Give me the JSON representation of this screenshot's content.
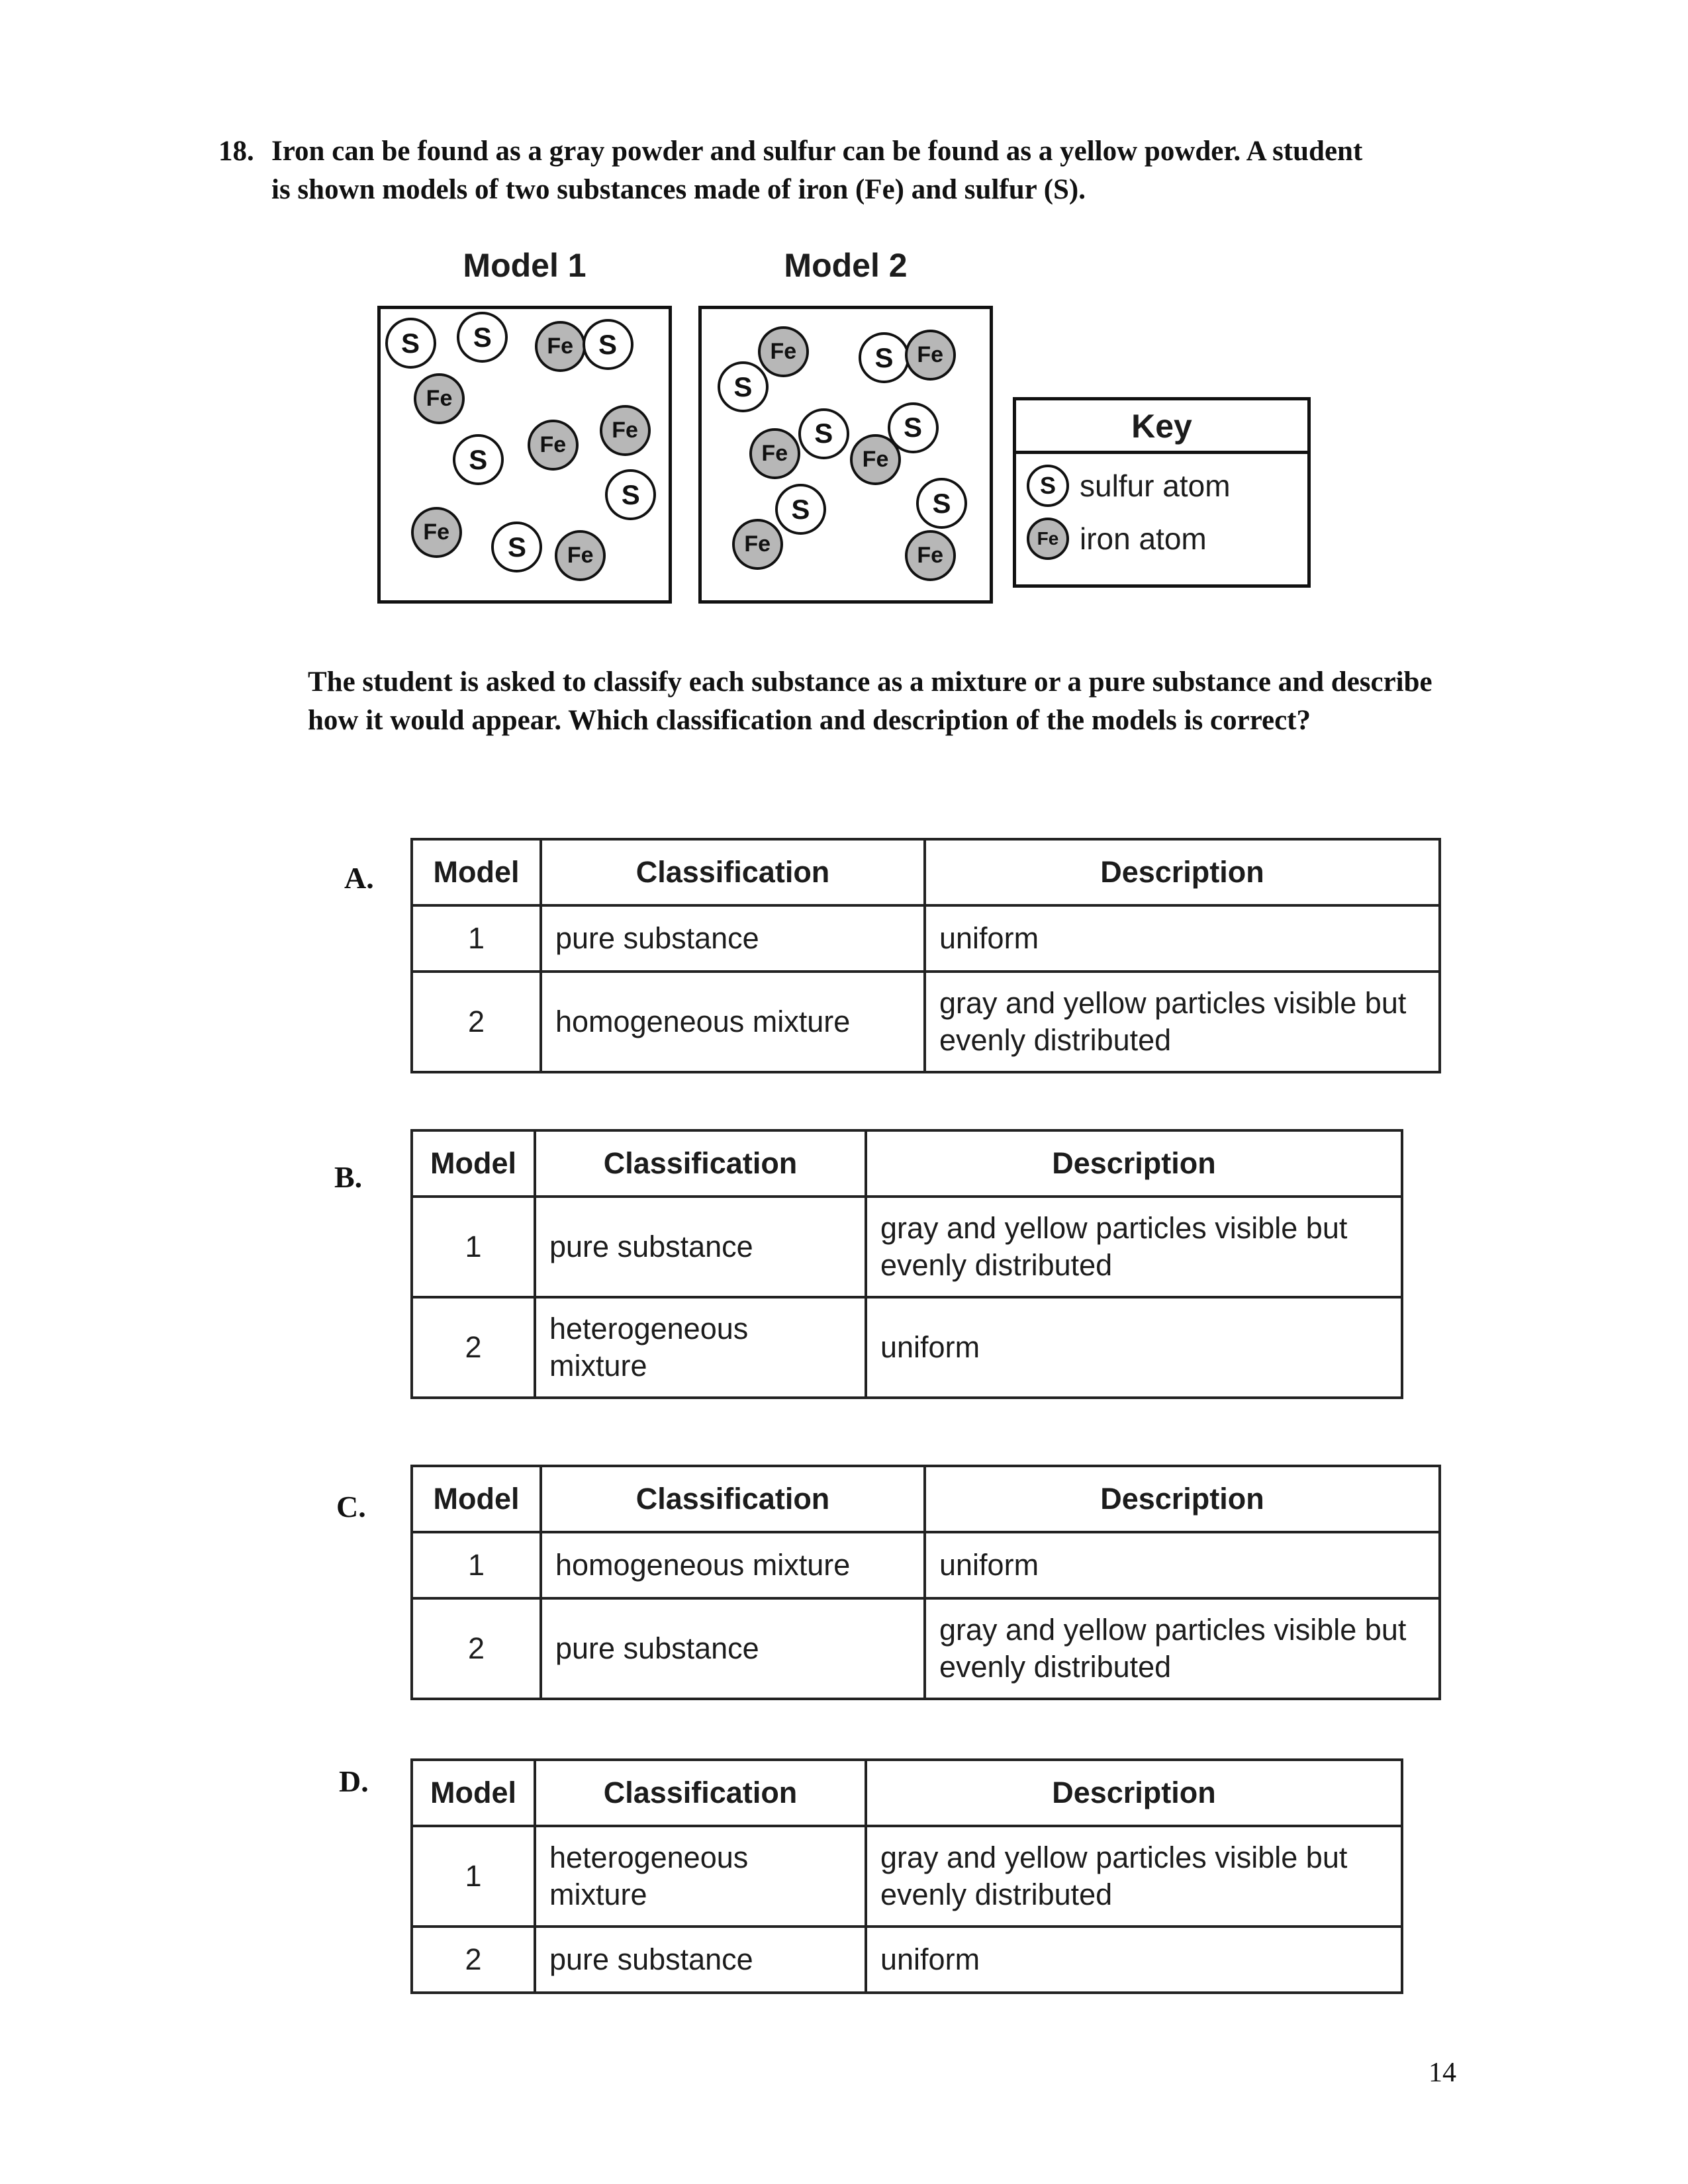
{
  "colors": {
    "iron_atom_fill": "#b7b7b7",
    "sulfur_atom_fill": "#ffffff",
    "line_color": "#111111"
  },
  "question": {
    "number": "18.",
    "text": "Iron can be found as a gray powder and sulfur can be found as a yellow powder. A student is shown models of two substances made of iron (Fe) and sulfur (S).",
    "prompt": "The student is asked to classify each substance as a mixture or a pure substance and describe how it would appear. Which classification and description of the models is correct?"
  },
  "figure": {
    "model1": {
      "title": "Model 1",
      "atoms": [
        {
          "symbol": "S",
          "type": "sulfur"
        },
        {
          "symbol": "S",
          "type": "sulfur"
        },
        {
          "symbol": "Fe",
          "type": "iron"
        },
        {
          "symbol": "S",
          "type": "sulfur"
        },
        {
          "symbol": "Fe",
          "type": "iron"
        },
        {
          "symbol": "Fe",
          "type": "iron"
        },
        {
          "symbol": "Fe",
          "type": "iron"
        },
        {
          "symbol": "S",
          "type": "sulfur"
        },
        {
          "symbol": "S",
          "type": "sulfur"
        },
        {
          "symbol": "Fe",
          "type": "iron"
        },
        {
          "symbol": "S",
          "type": "sulfur"
        },
        {
          "symbol": "Fe",
          "type": "iron"
        }
      ]
    },
    "model2": {
      "title": "Model 2",
      "atoms": [
        {
          "symbol": "Fe",
          "type": "iron"
        },
        {
          "symbol": "S",
          "type": "sulfur"
        },
        {
          "symbol": "S",
          "type": "sulfur"
        },
        {
          "symbol": "Fe",
          "type": "iron"
        },
        {
          "symbol": "Fe",
          "type": "iron"
        },
        {
          "symbol": "S",
          "type": "sulfur"
        },
        {
          "symbol": "S",
          "type": "sulfur"
        },
        {
          "symbol": "Fe",
          "type": "iron"
        },
        {
          "symbol": "S",
          "type": "sulfur"
        },
        {
          "symbol": "Fe",
          "type": "iron"
        },
        {
          "symbol": "S",
          "type": "sulfur"
        },
        {
          "symbol": "Fe",
          "type": "iron"
        }
      ]
    },
    "key": {
      "title": "Key",
      "entries": [
        {
          "symbol": "S",
          "type": "sulfur",
          "label": "sulfur atom"
        },
        {
          "symbol": "Fe",
          "type": "iron",
          "label": "iron atom"
        }
      ]
    }
  },
  "options": [
    {
      "letter": "A.",
      "table": {
        "headers": [
          "Model",
          "Classification",
          "Description"
        ],
        "rows": [
          [
            "1",
            "pure substance",
            "uniform"
          ],
          [
            "2",
            "homogeneous mixture",
            "gray and yellow particles visible but evenly distributed"
          ]
        ]
      }
    },
    {
      "letter": "B.",
      "table": {
        "headers": [
          "Model",
          "Classification",
          "Description"
        ],
        "rows": [
          [
            "1",
            "pure substance",
            "gray and yellow particles visible but evenly distributed"
          ],
          [
            "2",
            "heterogeneous mixture",
            "uniform"
          ]
        ]
      }
    },
    {
      "letter": "C.",
      "table": {
        "headers": [
          "Model",
          "Classification",
          "Description"
        ],
        "rows": [
          [
            "1",
            "homogeneous mixture",
            "uniform"
          ],
          [
            "2",
            "pure substance",
            "gray and yellow particles visible but evenly distributed"
          ]
        ]
      }
    },
    {
      "letter": "D.",
      "table": {
        "headers": [
          "Model",
          "Classification",
          "Description"
        ],
        "rows": [
          [
            "1",
            "heterogeneous mixture",
            "gray and yellow particles visible but evenly distributed"
          ],
          [
            "2",
            "pure substance",
            "uniform"
          ]
        ]
      }
    }
  ],
  "page": {
    "number": "14"
  }
}
